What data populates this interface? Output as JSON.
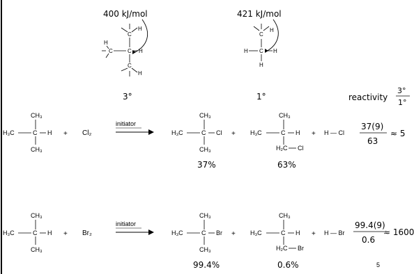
{
  "bde": {
    "tertiary_label": "400 kJ/mol",
    "primary_label": "421 kJ/mol"
  },
  "atoms": {
    "C": "C",
    "H": "H",
    "Cl": "Cl",
    "Br": "Br",
    "H3C": "H₃C",
    "H2C": "H₂C",
    "CH3": "CH₃"
  },
  "degree": {
    "tertiary": "3°",
    "primary": "1°"
  },
  "reactivity": {
    "label": "reactivity",
    "numerator": "3°",
    "denominator": "1°"
  },
  "reaction1": {
    "reagent": "Cl₂",
    "arrow_label": "initiator",
    "byproduct": "H — Cl",
    "yield_tertiary": "37%",
    "yield_primary": "63%",
    "ratio_numerator": "37(9)",
    "ratio_denominator": "63",
    "ratio_result": "≈ 5"
  },
  "reaction2": {
    "reagent": "Br₂",
    "arrow_label": "initiator",
    "byproduct": "H — Br",
    "yield_tertiary": "99.4%",
    "yield_primary": "0.6%",
    "ratio_numerator": "99.4(9)",
    "ratio_denominator": "0.6",
    "ratio_result": "≈ 1600"
  },
  "plus": "+",
  "page_number": "5"
}
